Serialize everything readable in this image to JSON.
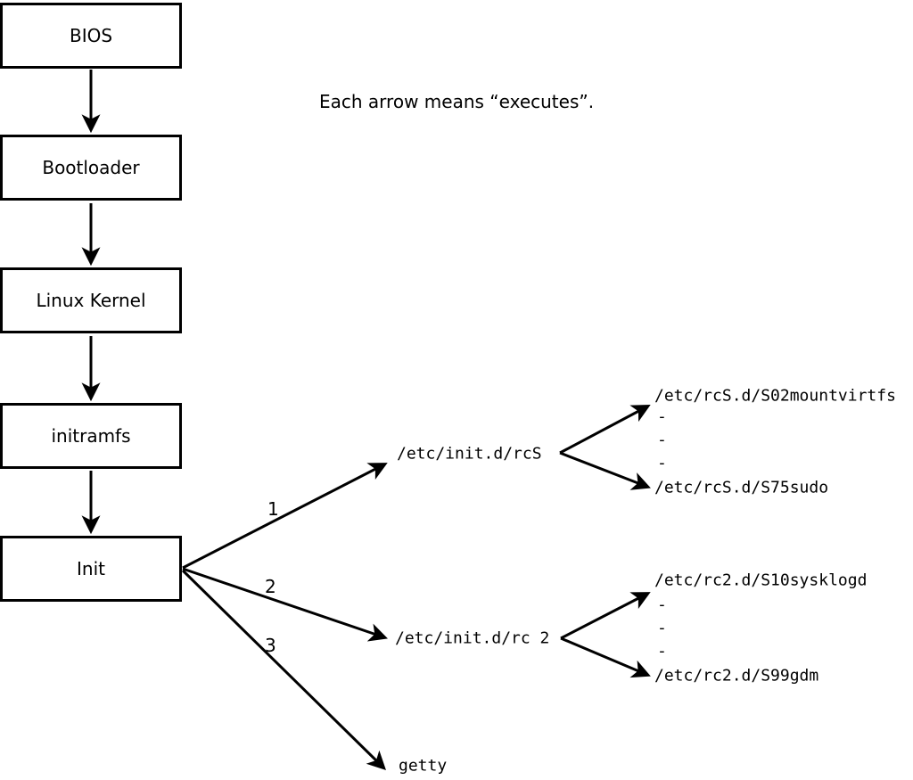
{
  "diagram": {
    "note": "Each arrow means “executes”.",
    "nodes": [
      {
        "label": "BIOS"
      },
      {
        "label": "Bootloader"
      },
      {
        "label": "Linux Kernel"
      },
      {
        "label": "initramfs"
      },
      {
        "label": "Init"
      }
    ],
    "arrow_labels": [
      "1",
      "2",
      "3"
    ],
    "targets": [
      {
        "label": "/etc/init.d/rcS"
      },
      {
        "label": "/etc/init.d/rc 2"
      },
      {
        "label": "getty"
      }
    ],
    "rcS_scripts": {
      "first": "/etc/rcS.d/S02mountvirtfs",
      "ellipsis": "-\n-\n-",
      "last": "/etc/rcS.d/S75sudo"
    },
    "rc2_scripts": {
      "first": "/etc/rc2.d/S10sysklogd",
      "ellipsis": "-\n-\n-",
      "last": "/etc/rc2.d/S99gdm"
    },
    "colors": {
      "ink": "#000000",
      "paper": "#ffffff"
    }
  }
}
